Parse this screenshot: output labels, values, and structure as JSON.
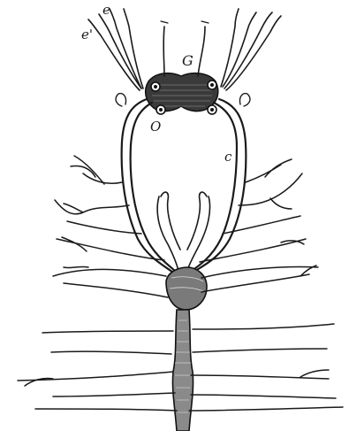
{
  "figure": {
    "labels": {
      "e_prime": "e'",
      "e": "e",
      "G": "G",
      "O": "O",
      "c": "c"
    },
    "ink_color": "#1a1a1a",
    "paper_color": "#ffffff"
  }
}
